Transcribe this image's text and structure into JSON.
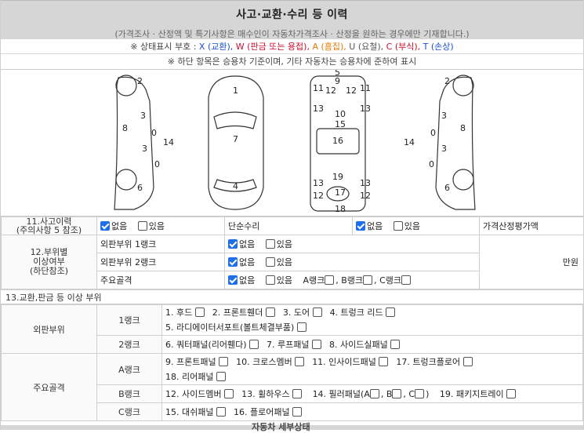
{
  "header": {
    "title": "사고·교환·수리 등 이력",
    "note": "(가격조사 · 산정액 및 특기사항은 매수인이 자동차가격조사 · 산정을 원하는 경우에만 기재합니다.)"
  },
  "legend": {
    "prefix": "※ 상태표시 부호 :",
    "x": "X (교환),",
    "w": "W (판금 또는 용접),",
    "a": "A (흠집),",
    "u": "U (요철),",
    "c": "C (부식),",
    "t": "T (손상)",
    "note2": "※ 하단 항목은 승용차 기준이며, 기타 자동차는 승용차에 준하여 표시"
  },
  "diagram": {
    "left": [
      "2",
      "3",
      "8",
      "0",
      "14",
      "3",
      "0",
      "6"
    ],
    "top": [
      "1",
      "7",
      "4"
    ],
    "center": [
      "5",
      "9",
      "11",
      "12",
      "12",
      "11",
      "13",
      "10",
      "13",
      "15",
      "16",
      "19",
      "13",
      "13",
      "12",
      "17",
      "12",
      "18"
    ],
    "right": [
      "2",
      "3",
      "8",
      "0",
      "14",
      "3",
      "0",
      "6"
    ]
  },
  "row11": {
    "label": "11.사고이력\n(주의사항 5 참조)",
    "none": "없음",
    "yes": "있음",
    "simple_label": "단순수리",
    "simple_none": "없음",
    "simple_yes": "있음",
    "price_label": "가격산정평가액"
  },
  "row12": {
    "label": "12.부위별\n이상여부\n(하단참조)",
    "r1_label": "외판부위 1랭크",
    "r2_label": "외판부위 2랭크",
    "r3_label": "주요골격",
    "none": "없음",
    "yes": "있음",
    "rank_a": "A랭크",
    "rank_b": "B랭크",
    "rank_c": "C랭크",
    "won": "만원"
  },
  "sec13": {
    "title": "13.교환,판금 등 이상 부위"
  },
  "parts": {
    "outer_label": "외판부위",
    "rank1": "1랭크",
    "rank1_items": [
      "1. 후드",
      "2. 프론트휀더",
      "3. 도어",
      "4. 트렁크 리드"
    ],
    "rank1_items2": [
      "5. 라디에이터서포트(볼트체결부품)"
    ],
    "rank2": "2랭크",
    "rank2_items": [
      "6. 쿼터패널(리어휀다)",
      "7. 루프패널",
      "8. 사이드실패널"
    ],
    "frame_label": "주요골격",
    "rankA": "A랭크",
    "rankA_items": [
      "9. 프론트패널",
      "10. 크로스멤버",
      "11. 인사이드패널",
      "17. 트렁크플로어"
    ],
    "rankA_items2": [
      "18. 리어패널"
    ],
    "rankB": "B랭크",
    "rankB_items_a": [
      "12. 사이드멤버",
      "13. 휠하우스"
    ],
    "rankB_pillar": "14. 필러패널(A",
    "rankB_pillar_b": ", B",
    "rankB_pillar_c": ", C",
    "rankB_pillar_end": ")",
    "rankB_items_b": [
      "19. 패키지트레이"
    ],
    "rankC": "C랭크",
    "rankC_items": [
      "15. 대쉬패널",
      "16. 플로어패널"
    ]
  },
  "footer": {
    "next_title": "자동차 세부상태"
  }
}
